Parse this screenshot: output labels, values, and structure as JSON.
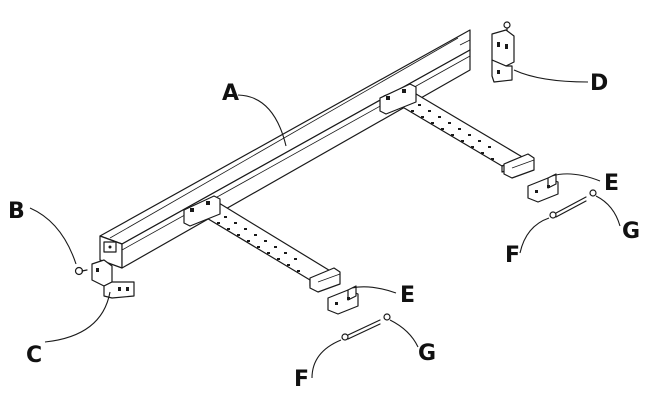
{
  "callouts": {
    "A": "A",
    "B": "B",
    "C": "C",
    "D": "D",
    "E1": "E",
    "E2": "E",
    "F1": "F",
    "F2": "F",
    "G1": "G",
    "G2": "G"
  },
  "colors": {
    "line": "#1a1a1a",
    "background": "#ffffff"
  }
}
